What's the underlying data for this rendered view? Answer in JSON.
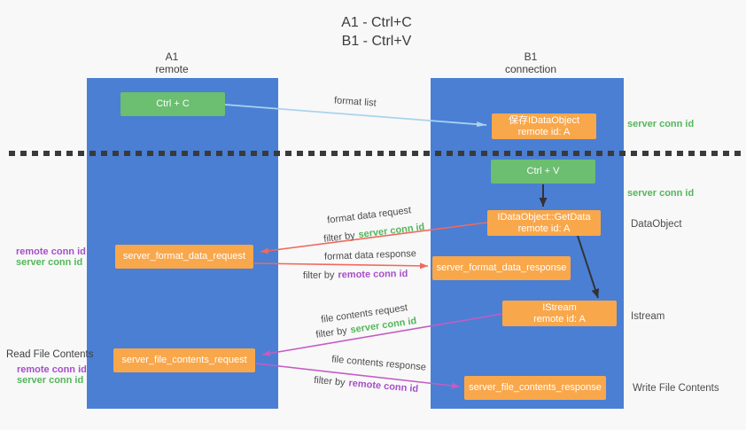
{
  "title": {
    "line1": "A1 - Ctrl+C",
    "line2": "B1 - Ctrl+V"
  },
  "lanes": {
    "left": {
      "name": "A1",
      "role": "remote"
    },
    "right": {
      "name": "B1",
      "role": "connection"
    }
  },
  "nodes": {
    "ctrl_c": {
      "label": "Ctrl + C"
    },
    "ctrl_v": {
      "label": "Ctrl + V"
    },
    "save_dataobject": {
      "line1": "保存IDataObject",
      "line2": "remote id: A"
    },
    "getdata": {
      "line1": "IDataObject::GetData",
      "line2": "remote id: A"
    },
    "format_request": {
      "label": "server_format_data_request"
    },
    "format_response": {
      "label": "server_format_data_response"
    },
    "istream": {
      "line1": "IStream",
      "line2": "remote id: A"
    },
    "file_request": {
      "label": "server_file_contents_request"
    },
    "file_response": {
      "label": "server_file_contents_response"
    }
  },
  "edge_labels": {
    "format_list": "format list",
    "format_data_request": "format data request",
    "format_data_request_filter": {
      "prefix": "filter by",
      "value": "server conn id"
    },
    "format_data_response": "format data response",
    "format_data_response_filter": {
      "prefix": "filter by",
      "value": "remote conn id"
    },
    "file_contents_request": "file contents request",
    "file_contents_request_filter": {
      "prefix": "filter by",
      "value": "server conn id"
    },
    "file_contents_response": "file contents response",
    "file_contents_response_filter": {
      "prefix": "filter by",
      "value": "remote conn id"
    }
  },
  "side_labels": {
    "server_conn_id_top": "server conn id",
    "server_conn_id_mid": "server conn id",
    "dataobject": "DataObject",
    "istream": "Istream",
    "write_file_contents": "Write File Contents",
    "read_file_contents": "Read File Contents",
    "format_remote_conn_id": "remote conn id",
    "format_server_conn_id": "server conn id",
    "file_remote_conn_id": "remote conn id",
    "file_server_conn_id": "server conn id"
  },
  "colors": {
    "lane_blue": "#4a7fd4",
    "box_green": "#6cbe70",
    "box_orange": "#f9a74b",
    "arrow_black": "#333333",
    "arrow_red": "#f0695e",
    "arrow_magenta": "#c55cc2",
    "arrow_lightblue": "#a9d3ee",
    "text_green": "#53b65a",
    "text_purple": "#a64fc8",
    "text_gray": "#4c4c4c",
    "dotted_line": "#3a3a3a",
    "background": "#f8f8f8"
  }
}
